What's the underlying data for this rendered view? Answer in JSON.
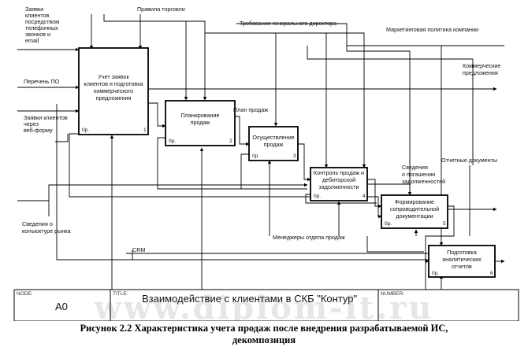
{
  "watermark": "www.diplom-it.ru",
  "inputs": {
    "requests_phone": [
      "Заявки",
      "клиентов",
      "посредством",
      "телефонных",
      "звонков и",
      "email"
    ],
    "price_list": "Перечень ПО",
    "requests_web": [
      "Заявки клиентов",
      "через",
      "веб-форму"
    ],
    "market_info": [
      "Сведения о",
      "конъюктуре рынка"
    ]
  },
  "controls": {
    "trade_rules": "Правила торговли",
    "director_requirements": "Требования генерального директора",
    "marketing_policy": "Маркетинговая политика компании"
  },
  "outputs": {
    "commercial_offers": [
      "Коммерческие",
      "предложения"
    ],
    "sales_plan": "План продаж",
    "payment_info": [
      "Сведения",
      "о погашении",
      "задолженностей"
    ],
    "reporting_docs": "Отчетные документы"
  },
  "mechanisms": {
    "sales_managers": "Менеджеры отдела продаж",
    "crm": "CRM"
  },
  "blocks": [
    {
      "lines": [
        "Учет заявок",
        "клиентов и подготовка",
        "коммерческого",
        "предложения"
      ],
      "cost": "0р.",
      "num": "1"
    },
    {
      "lines": [
        "Планирование",
        "продаж"
      ],
      "cost": "0р.",
      "num": "2"
    },
    {
      "lines": [
        "Осуществление",
        "продаж"
      ],
      "cost": "0р.",
      "num": "3"
    },
    {
      "lines": [
        "Контроль продаж и",
        "дебиторской",
        "задолженности"
      ],
      "cost": "0р.",
      "num": "4"
    },
    {
      "lines": [
        "Формирование",
        "сопроводительной",
        "документации"
      ],
      "cost": "0р.",
      "num": "5"
    },
    {
      "lines": [
        "Подготовка",
        "аналитических",
        "отчетов"
      ],
      "cost": "0р.",
      "num": "6"
    }
  ],
  "frame": {
    "node_label": "NODE:",
    "node_value": "A0",
    "title_label": "TITLE:",
    "title_value": "Взаимодействие с  клиентами в СКБ \"Контур\"",
    "number_label": "NUMBER:"
  },
  "caption": {
    "line1": "Рисунок 2.2 Характеристика учета продаж  после внедрения разрабатываемой ИС,",
    "line2": "декомпозиция"
  }
}
